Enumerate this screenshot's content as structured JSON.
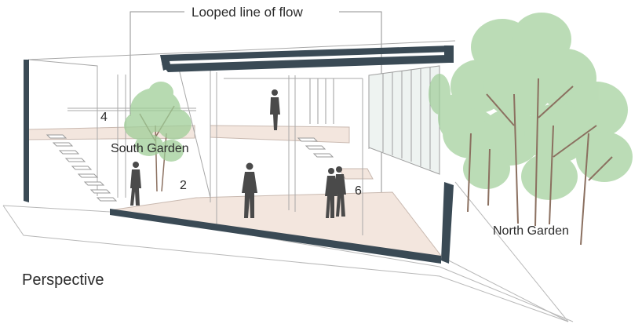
{
  "diagram": {
    "title": "Looped line of flow",
    "labels": {
      "floor_4": "4",
      "floor_2": "2",
      "floor_6": "6",
      "south_garden": "South Garden",
      "north_garden": "North Garden",
      "view_caption": "Perspective"
    },
    "colors": {
      "wall_dark": "#3a4a55",
      "floor_fill": "#f3e6de",
      "line": "#9a9a9a",
      "foliage_green": "#8fc48a",
      "trunk": "#8b7060",
      "figure": "#4a4a4a"
    }
  }
}
